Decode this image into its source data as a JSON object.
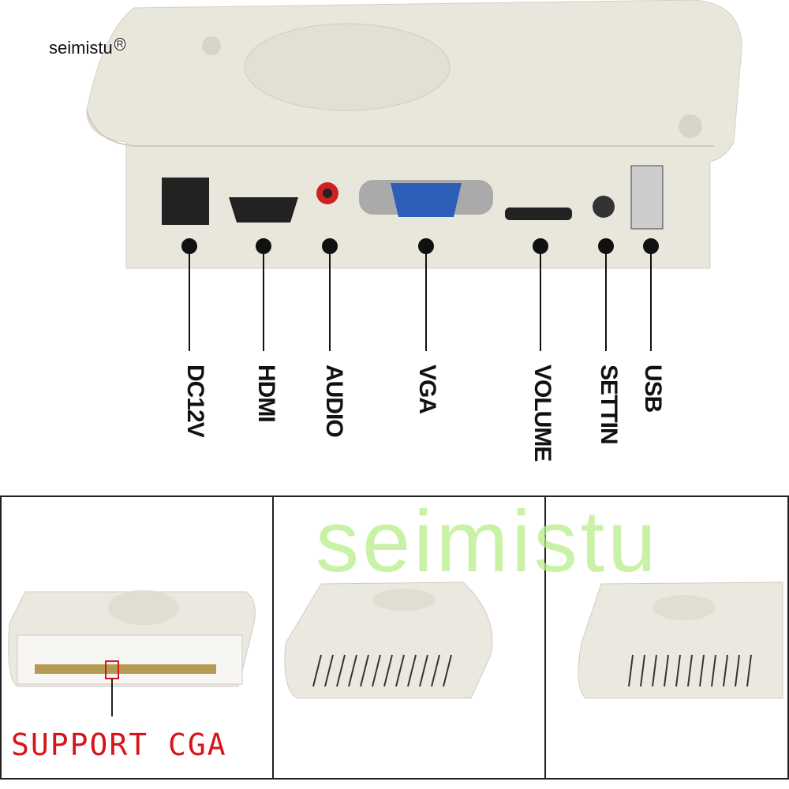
{
  "brand": {
    "name": "seimistu",
    "registered": "R"
  },
  "ports": [
    {
      "label": "DC12V"
    },
    {
      "label": "HDMI"
    },
    {
      "label": "AUDIO"
    },
    {
      "label": "VGA"
    },
    {
      "label": "VOLUME"
    },
    {
      "label": "SETTIN"
    },
    {
      "label": "USB"
    }
  ],
  "panel_left": {
    "caption": "SUPPORT CGA"
  },
  "watermark": "seimistu",
  "colors": {
    "device": "#e9e6dc",
    "caption": "#d8141b",
    "watermark": "#b8ee8a",
    "vga": "#2d5fb8"
  }
}
